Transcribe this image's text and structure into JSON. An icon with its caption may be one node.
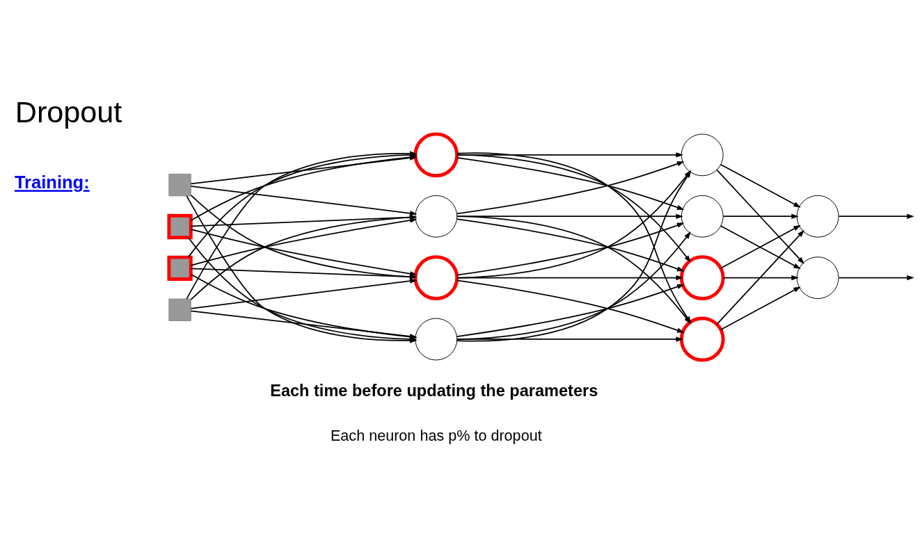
{
  "diagram": {
    "title": "Dropout",
    "nodes": [
      {
        "text": [],
        "shape": "box"
      },
      {
        "text": [],
        "shape": "box"
      },
      {
        "text": [],
        "shape": "box"
      },
      {
        "text": [],
        "shape": "box"
      },
      {
        "text": [],
        "shape": "circle"
      },
      {
        "text": [],
        "shape": "circle"
      },
      {
        "text": [],
        "shape": "circle"
      },
      {
        "text": [],
        "shape": "circle"
      },
      {
        "text": [],
        "shape": "circle"
      },
      {
        "text": [],
        "shape": "circle"
      },
      {
        "text": [],
        "shape": "circle"
      },
      {
        "text": [],
        "shape": "circle"
      },
      {
        "text": [],
        "shape": "circle"
      },
      {
        "text": [],
        "shape": "circle"
      }
    ],
    "edges": [
      {
        "from": 0,
        "to": 4,
        "arrow": "to"
      },
      {
        "from": 0,
        "to": 5,
        "arrow": "to"
      },
      {
        "from": 0,
        "to": 6,
        "arrow": "to"
      },
      {
        "from": 0,
        "to": 7,
        "arrow": "to"
      },
      {
        "from": 1,
        "to": 4,
        "arrow": "to"
      },
      {
        "from": 1,
        "to": 5,
        "arrow": "to"
      },
      {
        "from": 1,
        "to": 6,
        "arrow": "to"
      },
      {
        "from": 1,
        "to": 7,
        "arrow": "to"
      },
      {
        "from": 2,
        "to": 4,
        "arrow": "to"
      },
      {
        "from": 2,
        "to": 5,
        "arrow": "to"
      },
      {
        "from": 2,
        "to": 6,
        "arrow": "to"
      },
      {
        "from": 2,
        "to": 7,
        "arrow": "to"
      },
      {
        "from": 3,
        "to": 4,
        "arrow": "to"
      },
      {
        "from": 3,
        "to": 5,
        "arrow": "to"
      },
      {
        "from": 3,
        "to": 6,
        "arrow": "to"
      },
      {
        "from": 3,
        "to": 7,
        "arrow": "to"
      },
      {
        "from": 4,
        "to": 8,
        "arrow": "to"
      },
      {
        "from": 4,
        "to": 9,
        "arrow": "to"
      },
      {
        "from": 4,
        "to": 10,
        "arrow": "to"
      },
      {
        "from": 4,
        "to": 11,
        "arrow": "to"
      },
      {
        "from": 5,
        "to": 8,
        "arrow": "to"
      },
      {
        "from": 5,
        "to": 9,
        "arrow": "to"
      },
      {
        "from": 5,
        "to": 10,
        "arrow": "to"
      },
      {
        "from": 5,
        "to": 11,
        "arrow": "to"
      },
      {
        "from": 6,
        "to": 8,
        "arrow": "to"
      },
      {
        "from": 6,
        "to": 9,
        "arrow": "to"
      },
      {
        "from": 6,
        "to": 10,
        "arrow": "to"
      },
      {
        "from": 6,
        "to": 11,
        "arrow": "to"
      },
      {
        "from": 7,
        "to": 8,
        "arrow": "to"
      },
      {
        "from": 7,
        "to": 9,
        "arrow": "to"
      },
      {
        "from": 7,
        "to": 10,
        "arrow": "to"
      },
      {
        "from": 7,
        "to": 11,
        "arrow": "to"
      },
      {
        "from": 8,
        "to": 12,
        "arrow": "to"
      },
      {
        "from": 8,
        "to": 13,
        "arrow": "to"
      },
      {
        "from": 9,
        "to": 12,
        "arrow": "to"
      },
      {
        "from": 9,
        "to": 13,
        "arrow": "to"
      },
      {
        "from": 10,
        "to": 12,
        "arrow": "to"
      },
      {
        "from": 10,
        "to": 13,
        "arrow": "to"
      },
      {
        "from": 11,
        "to": 12,
        "arrow": "to"
      },
      {
        "from": 11,
        "to": 13,
        "arrow": "to"
      },
      {
        "from": 12,
        "to": null,
        "arrow": "to"
      },
      {
        "from": 13,
        "to": null,
        "arrow": "to"
      }
    ],
    "labels": [
      "Training:",
      "Each time before updating the parameters",
      "Each neuron has p% to dropout"
    ]
  }
}
